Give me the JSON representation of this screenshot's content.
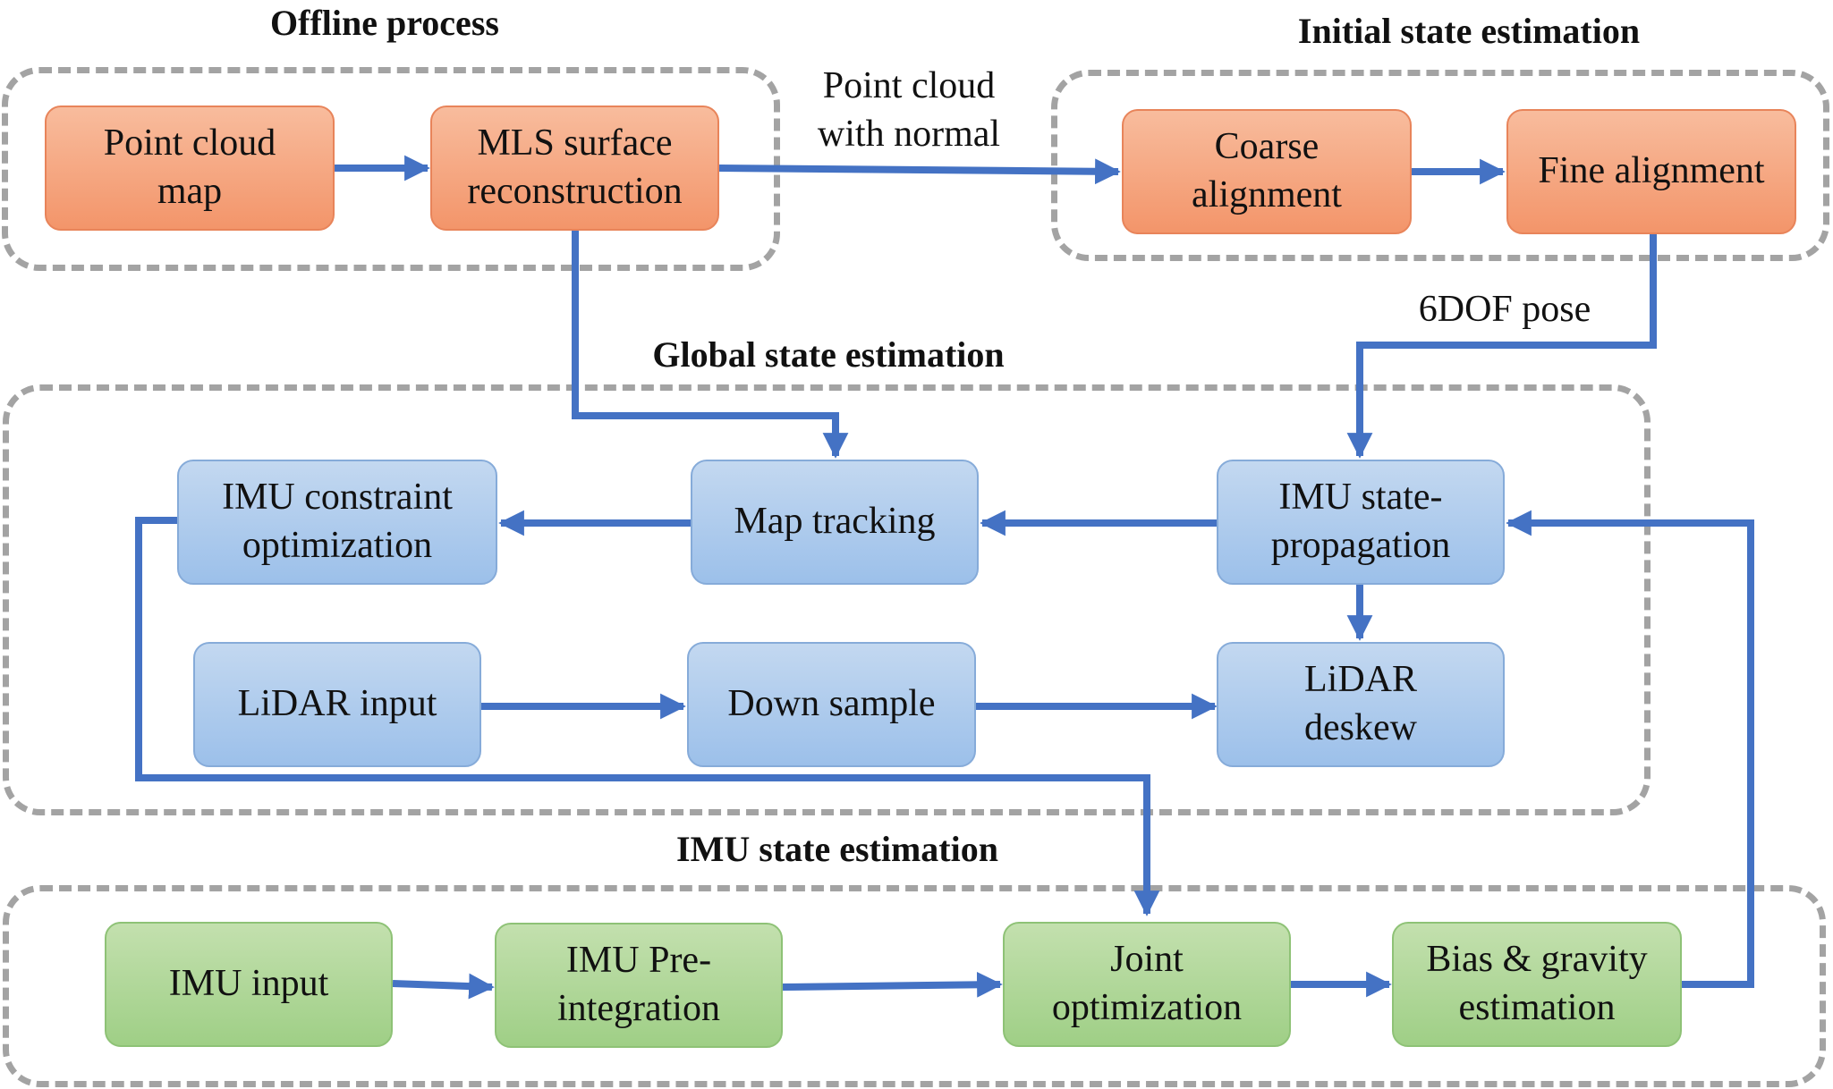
{
  "groups": {
    "offline": {
      "title": "Offline process"
    },
    "initial": {
      "title": "Initial state estimation"
    },
    "global": {
      "title": "Global state estimation"
    },
    "imu": {
      "title": "IMU state estimation"
    }
  },
  "nodes": {
    "point_cloud_map": "Point cloud\nmap",
    "mls_surface": "MLS surface\nreconstruction",
    "coarse_alignment": "Coarse\nalignment",
    "fine_alignment": "Fine alignment",
    "imu_constraint": "IMU constraint\noptimization",
    "map_tracking": "Map tracking",
    "imu_state_propagation": "IMU state-\npropagation",
    "lidar_input": "LiDAR input",
    "down_sample": "Down sample",
    "lidar_deskew": "LiDAR\ndeskew",
    "imu_input": "IMU input",
    "imu_preintegration": "IMU Pre-\nintegration",
    "joint_optimization": "Joint\noptimization",
    "bias_gravity": "Bias & gravity\nestimation"
  },
  "edge_labels": {
    "point_cloud_normal": "Point cloud\nwith normal",
    "six_dof_pose": "6DOF pose"
  },
  "colors": {
    "arrow": "#4472c4",
    "dash_border": "#a3a3a3",
    "orange_fill": "#f5a57f",
    "blue_fill": "#a9c8ee",
    "green_fill": "#addb94"
  }
}
